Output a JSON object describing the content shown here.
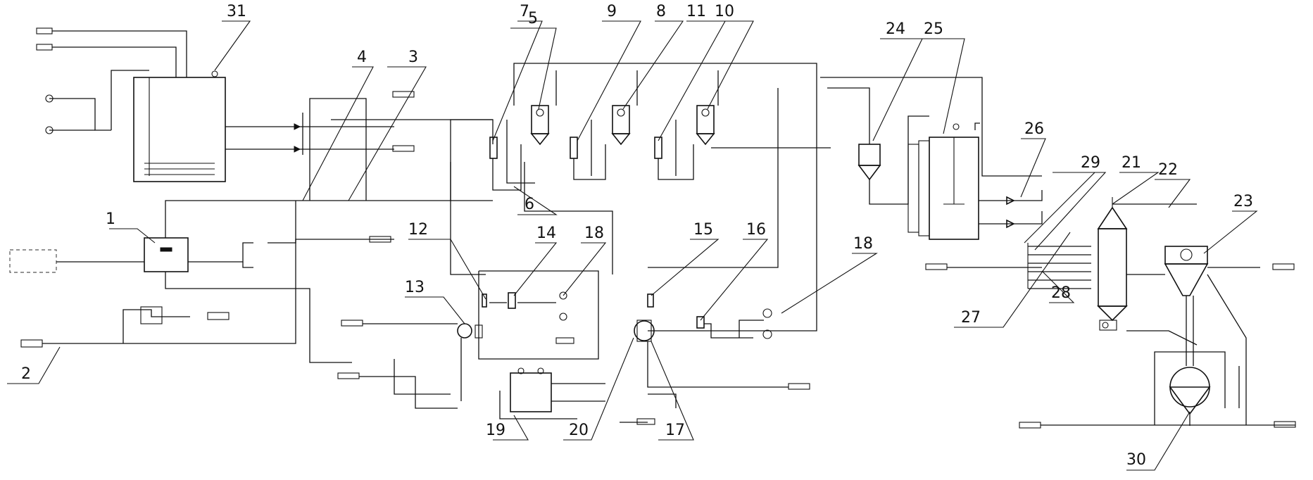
{
  "callouts": [
    "1",
    "2",
    "3",
    "4",
    "5",
    "6",
    "7",
    "8",
    "9",
    "10",
    "11",
    "12",
    "13",
    "14",
    "15",
    "16",
    "17",
    "18",
    "18",
    "19",
    "20",
    "21",
    "22",
    "23",
    "24",
    "25",
    "26",
    "27",
    "28",
    "29",
    "30",
    "31"
  ]
}
